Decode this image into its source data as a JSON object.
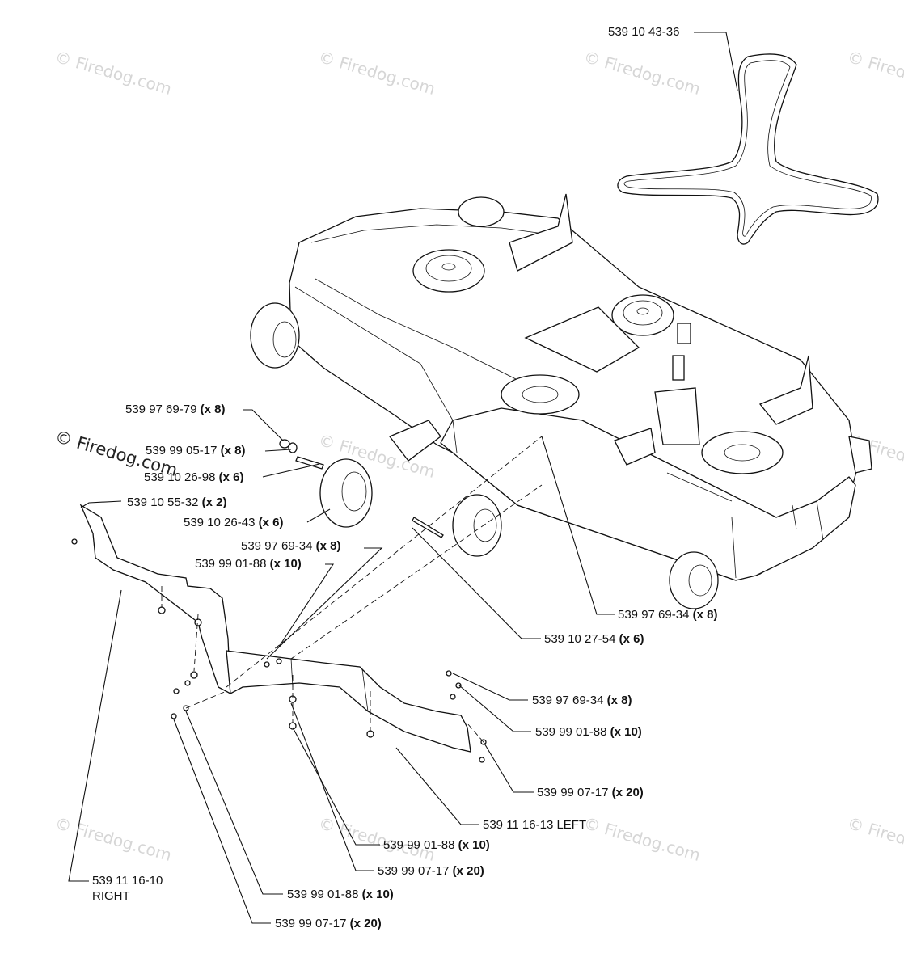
{
  "watermark": {
    "text": "© Firedog.com",
    "prominent_text": "© Firedog.com"
  },
  "callouts": [
    {
      "id": "belt",
      "number": "539 10 43-36",
      "qty": ""
    },
    {
      "id": "c1",
      "number": "539 97 69-79",
      "qty": "(x 8)"
    },
    {
      "id": "c2",
      "number": "539 99 05-17",
      "qty": "(x 8)"
    },
    {
      "id": "c3",
      "number": "539 10 26-98",
      "qty": "(x 6)"
    },
    {
      "id": "c4",
      "number": "539 10 55-32",
      "qty": "(x 2)"
    },
    {
      "id": "c5",
      "number": "539 10 26-43",
      "qty": "(x 6)"
    },
    {
      "id": "c6",
      "number": "539 97 69-34",
      "qty": "(x 8)"
    },
    {
      "id": "c7",
      "number": "539 99 01-88",
      "qty": "(x 10)"
    },
    {
      "id": "c8",
      "number": "539 97 69-34",
      "qty": "(x 8)"
    },
    {
      "id": "c9",
      "number": "539 10 27-54",
      "qty": "(x 6)"
    },
    {
      "id": "c10",
      "number": "539 97 69-34",
      "qty": "(x 8)"
    },
    {
      "id": "c11",
      "number": "539 99 01-88",
      "qty": "(x 10)"
    },
    {
      "id": "c12",
      "number": "539 99 07-17",
      "qty": "(x 20)"
    },
    {
      "id": "c13",
      "number": "539 11 16-13 LEFT",
      "qty": ""
    },
    {
      "id": "c14",
      "number": "539 99 01-88",
      "qty": "(x 10)"
    },
    {
      "id": "c15",
      "number": "539 99 07-17",
      "qty": "(x 20)"
    },
    {
      "id": "c16",
      "number": "539 11 16-10",
      "qty": "",
      "sub": "RIGHT"
    },
    {
      "id": "c17",
      "number": "539 99 01-88",
      "qty": "(x 10)"
    },
    {
      "id": "c18",
      "number": "539 99 07-17",
      "qty": "(x 20)"
    }
  ]
}
